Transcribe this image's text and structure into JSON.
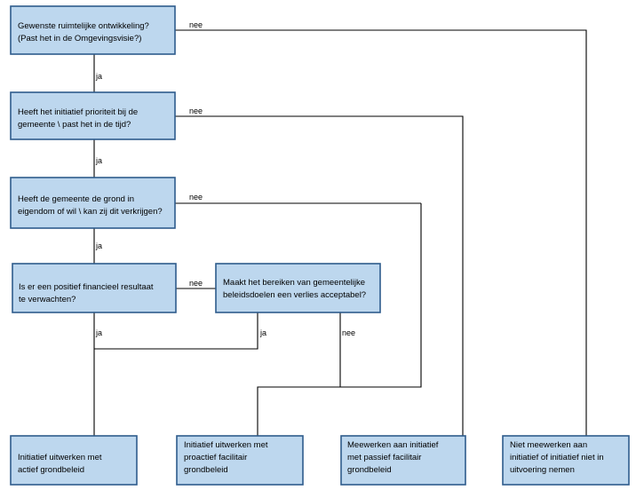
{
  "boxes": {
    "q1": [
      "Gewenste ruimtelijke ontwikkeling?",
      "(Past het in de Omgevingsvisie?)"
    ],
    "q2": [
      "Heeft het initiatief prioriteit bij de",
      "gemeente \\ past het in de tijd?"
    ],
    "q3": [
      "Heeft de gemeente de grond in",
      "eigendom of wil \\ kan zij dit verkrijgen?"
    ],
    "q4": [
      "Is er een positief financieel resultaat",
      "te verwachten?"
    ],
    "q5": [
      "Maakt het bereiken van gemeentelijke",
      "beleidsdoelen een verlies acceptabel?"
    ],
    "o1": [
      "Initiatief uitwerken met",
      "actief grondbeleid"
    ],
    "o2": [
      "Initiatief uitwerken met",
      "proactief facilitair",
      "grondbeleid"
    ],
    "o3": [
      "Meewerken aan initiatief",
      "met passief facilitair",
      "grondbeleid"
    ],
    "o4": [
      "Niet meewerken aan",
      "initiatief of initiatief niet in",
      "uitvoering nemen"
    ]
  },
  "labels": {
    "yes": "ja",
    "no": "nee"
  },
  "colors": {
    "box_fill": "#bdd7ee",
    "box_border": "#2e5b8c",
    "line": "#000000"
  }
}
